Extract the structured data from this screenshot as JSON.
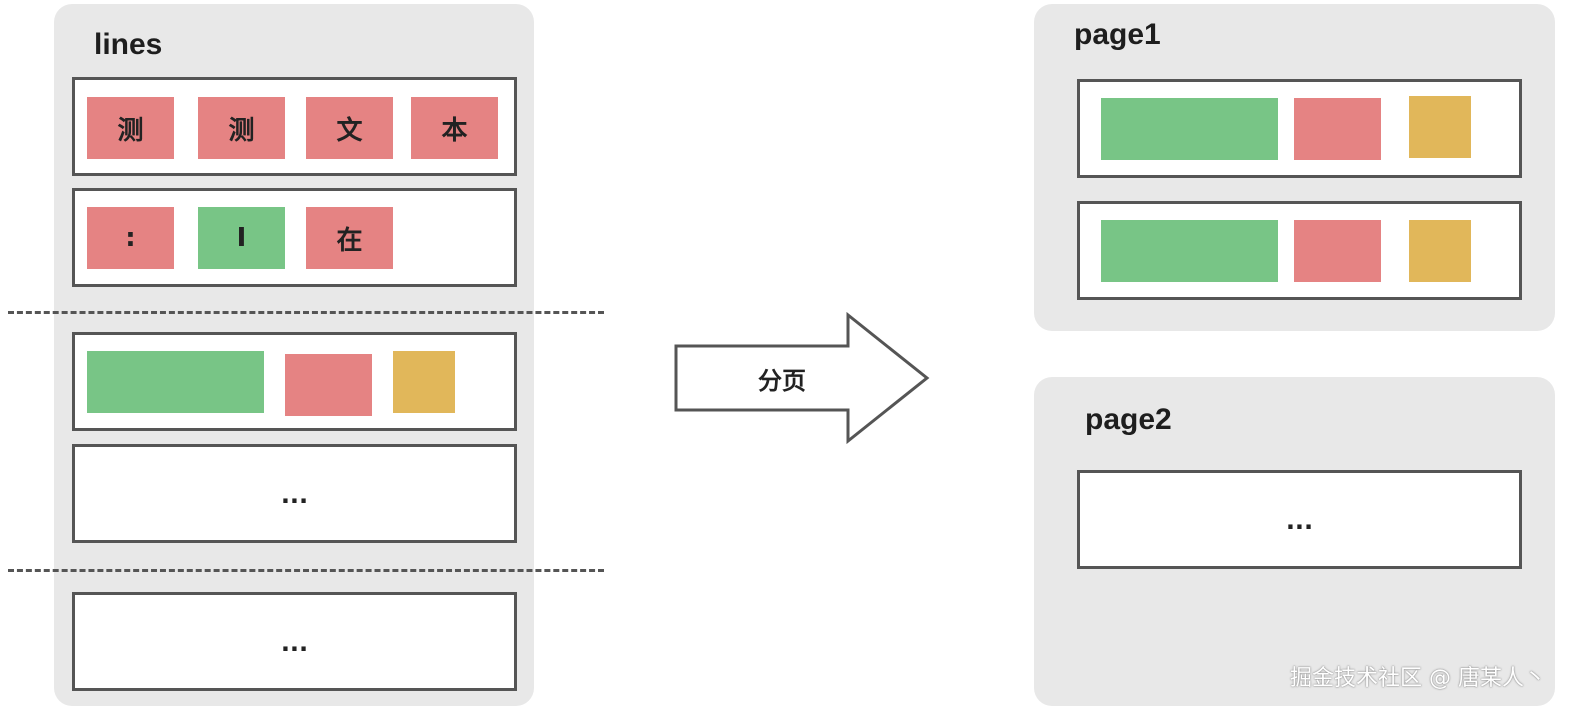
{
  "left_panel": {
    "title": "lines",
    "line1_chars": [
      "测",
      "测",
      "文",
      "本"
    ],
    "line2_chars": [
      ":",
      "I",
      "在"
    ],
    "line4_text": "...",
    "line5_text": "..."
  },
  "arrow": {
    "label": "分页"
  },
  "page1": {
    "title": "page1"
  },
  "page2": {
    "title": "page2",
    "line_text": "..."
  },
  "watermark": "掘金技术社区 @ 唐某人丶",
  "colors": {
    "panel_bg": "#e8e8e8",
    "red": "#e58383",
    "green": "#78c586",
    "yellow": "#e1b75a",
    "border": "#555555"
  }
}
